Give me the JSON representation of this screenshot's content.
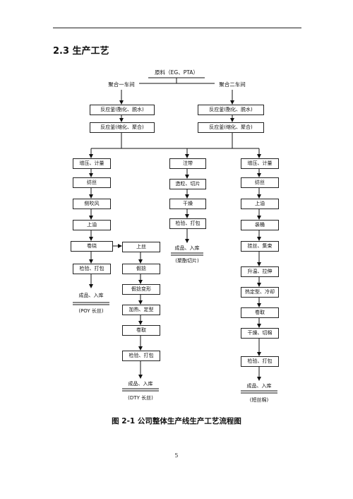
{
  "heading": "2.3 生产工艺",
  "raw_material": "原料（EG、PTA）",
  "workshops": {
    "one": "聚合一车间",
    "two": "聚合二车间"
  },
  "workshop1_steps": [
    "反应釜(酯化、脱水)",
    "反应釜(缩化、聚合)"
  ],
  "workshop2_steps": [
    "反应釜(酯化、脱水)",
    "反应釜(缩化、聚合)"
  ],
  "poy_line": [
    "增压、计量",
    "纺丝",
    "侧吹风",
    "上油",
    "卷绕",
    "检验、打包"
  ],
  "poy_end": {
    "label": "成品、入库",
    "note": "(POY 长丝)"
  },
  "dty_line": [
    "上丝",
    "假捻",
    "假捻变形",
    "加热、定型",
    "卷取",
    "检验、打包"
  ],
  "dty_end": {
    "label": "成品、入库",
    "note": "(DTY 长丝)"
  },
  "chip_line": [
    "注带",
    "造粒、切片",
    "干燥",
    "检验、打包"
  ],
  "chip_end": {
    "label": "成品、入库",
    "note": "(聚酯切片)"
  },
  "staple_line": [
    "增压、计量",
    "纺丝",
    "上油",
    "装桶",
    "挂丝、集束",
    "升温、拉伸",
    "热定型、冷却",
    "卷取",
    "干燥、切棉",
    "检验、打包"
  ],
  "staple_end": {
    "label": "成品、入库",
    "note": "(短丝棉)"
  },
  "caption": "图 2-1 公司整体生产线生产工艺流程图",
  "page_number": "5"
}
